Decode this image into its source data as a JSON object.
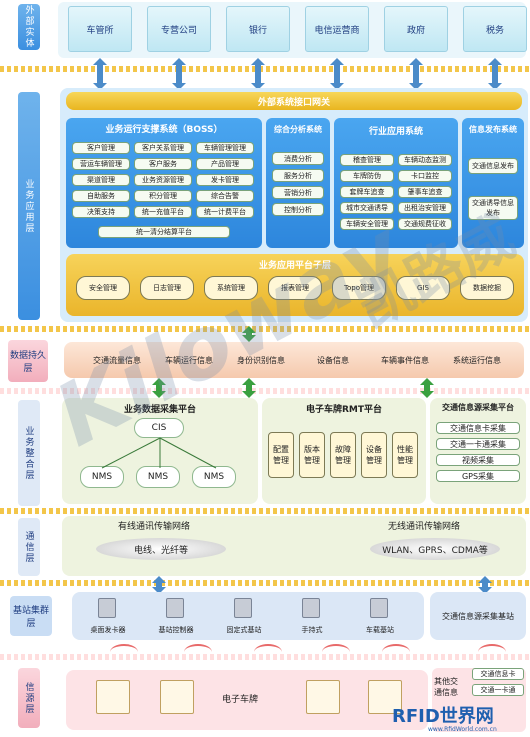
{
  "layers": {
    "external": "外部实体",
    "application": "业务应用层",
    "persistence": "数据持久层",
    "integration": "业务整合层",
    "communication": "通信层",
    "base_station": "基站集群层",
    "source": "信源层"
  },
  "external_entities": [
    "车管所",
    "专营公司",
    "银行",
    "电信运营商",
    "政府",
    "税务"
  ],
  "gateway": "外部系统接口网关",
  "boss": {
    "title": "业务运行支撑系统（BOSS）",
    "items": [
      "客户管理",
      "客户关系管理",
      "车辆管理管理",
      "营运车辆管理",
      "客户服务",
      "产品管理",
      "渠道管理",
      "业务资源管理",
      "发卡管理",
      "自助服务",
      "积分管理",
      "综合告警",
      "决策支持",
      "统一充值平台",
      "统一计费平台"
    ],
    "footer": "统一清分结算平台"
  },
  "analysis": {
    "title": "综合分析系统",
    "items": [
      "消费分析",
      "服务分析",
      "营销分析",
      "控制分析"
    ]
  },
  "industry": {
    "title": "行业应用系统",
    "items": [
      "稽查管理",
      "车辆动态监测",
      "车牌防伪",
      "卡口监控",
      "套牌车追查",
      "肇事车追查",
      "城市交通诱导",
      "出租治安管理",
      "车辆安全管理",
      "交通规费征收"
    ]
  },
  "publish": {
    "title": "信息发布系统",
    "items": [
      "交通信息发布",
      "交通诱导信息发布"
    ]
  },
  "platform": {
    "title": "业务应用平台子层",
    "items": [
      "安全管理",
      "日志管理",
      "系统管理",
      "报表管理",
      "Topo管理",
      "GIS",
      "数据挖掘"
    ]
  },
  "persistence_items": [
    "交通流量信息",
    "车辆运行信息",
    "身份识别信息",
    "设备信息",
    "车辆事件信息",
    "系统运行信息"
  ],
  "collection": {
    "title": "业务数据采集平台",
    "cis": "CIS",
    "nms": [
      "NMS",
      "NMS",
      "NMS"
    ]
  },
  "rmt": {
    "title": "电子车牌RMT平台",
    "items": [
      "配置管理",
      "版本管理",
      "故障管理",
      "设备管理",
      "性能管理"
    ]
  },
  "traffic_source": {
    "title": "交通信息源采集平台",
    "items": [
      "交通信息卡采集",
      "交通一卡通采集",
      "视频采集",
      "GPS采集"
    ]
  },
  "network": {
    "wired_title": "有线通讯传输网络",
    "wired": "电线、光纤等",
    "wireless_title": "无线通讯传输网络",
    "wireless": "WLAN、GPRS、CDMA等"
  },
  "stations": {
    "items": [
      "桌面发卡器",
      "基站控制器",
      "固定式基站",
      "手持式",
      "车载基站"
    ],
    "traffic_station": "交通信息源采集基站"
  },
  "source": {
    "plate": "电子车牌",
    "other_label": "其他交通信息",
    "other_items": [
      "交通信息卡",
      "交通一卡通"
    ]
  },
  "watermark": {
    "brand": "Kiloway",
    "cn": "凯路威",
    "logo": "RFID世界网",
    "url": "www.RfidWorld.com.cn"
  },
  "colors": {
    "app_blue": "#4c9de3",
    "gold": "#f0c23c",
    "persist": "#f8dcc8",
    "integration": "#eef3df"
  }
}
